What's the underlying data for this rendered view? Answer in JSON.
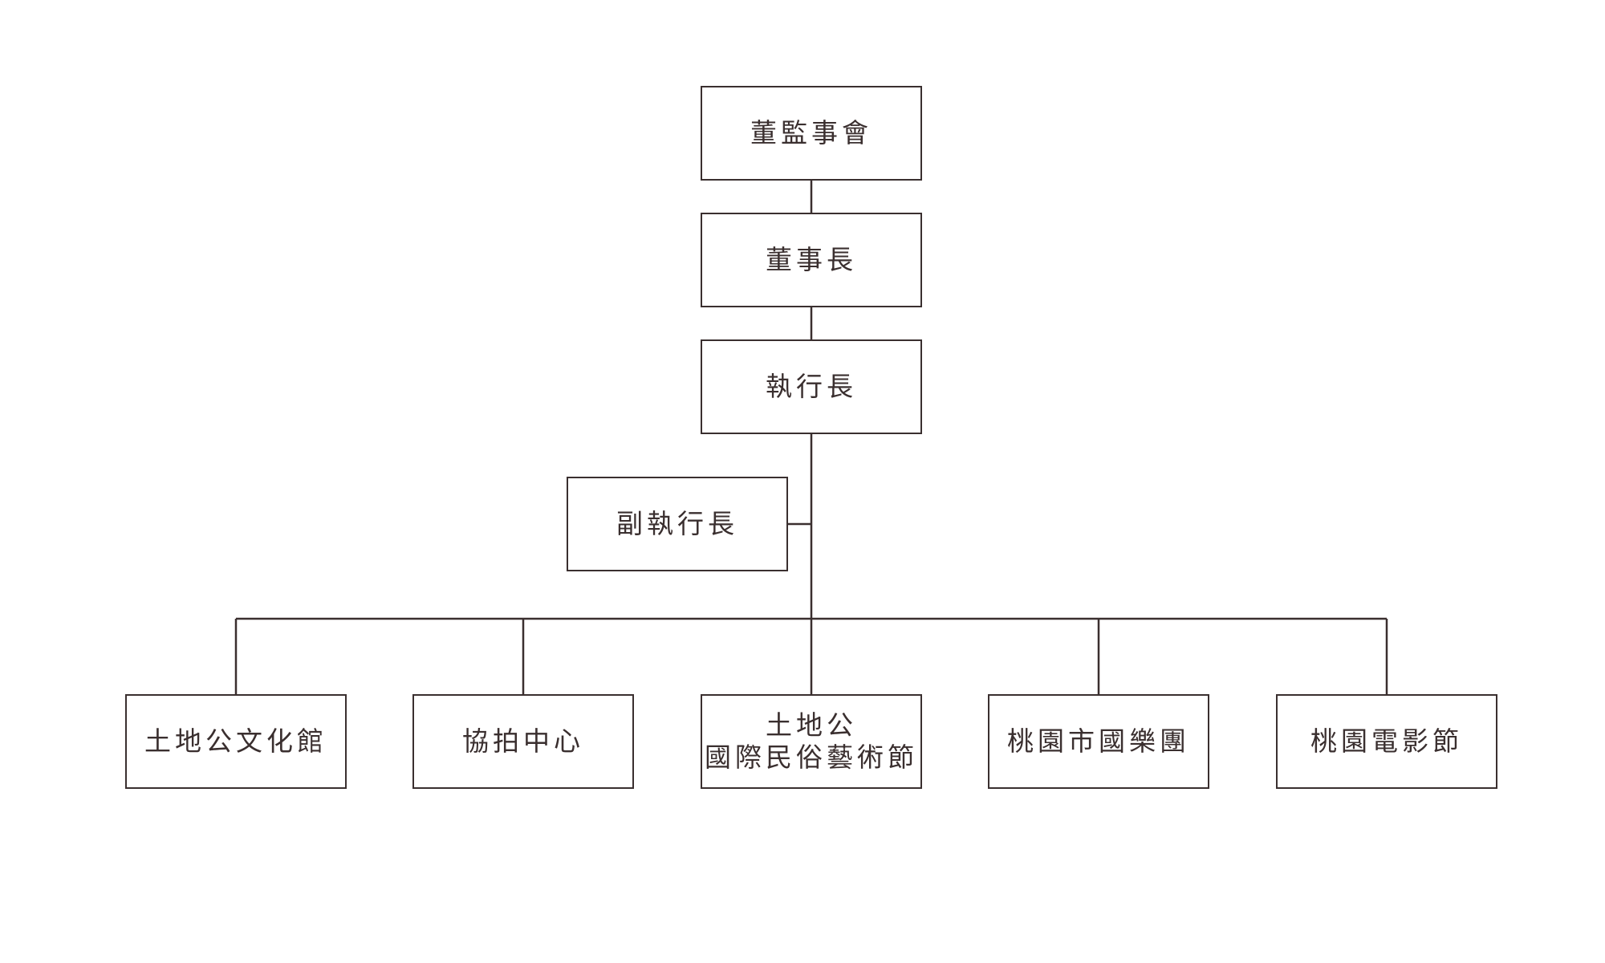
{
  "org_chart": {
    "supervisory_board": {
      "label": "董監事會"
    },
    "chairman": {
      "label": "董事長"
    },
    "ceo": {
      "label": "執行長"
    },
    "deputy_ceo": {
      "label": "副執行長"
    },
    "departments": [
      {
        "lines": [
          "土地公文化館"
        ]
      },
      {
        "lines": [
          "協拍中心"
        ]
      },
      {
        "lines": [
          "土地公",
          "國際民俗藝術節"
        ]
      },
      {
        "lines": [
          "桃園市國樂團"
        ]
      },
      {
        "lines": [
          "桃園電影節"
        ]
      }
    ]
  }
}
